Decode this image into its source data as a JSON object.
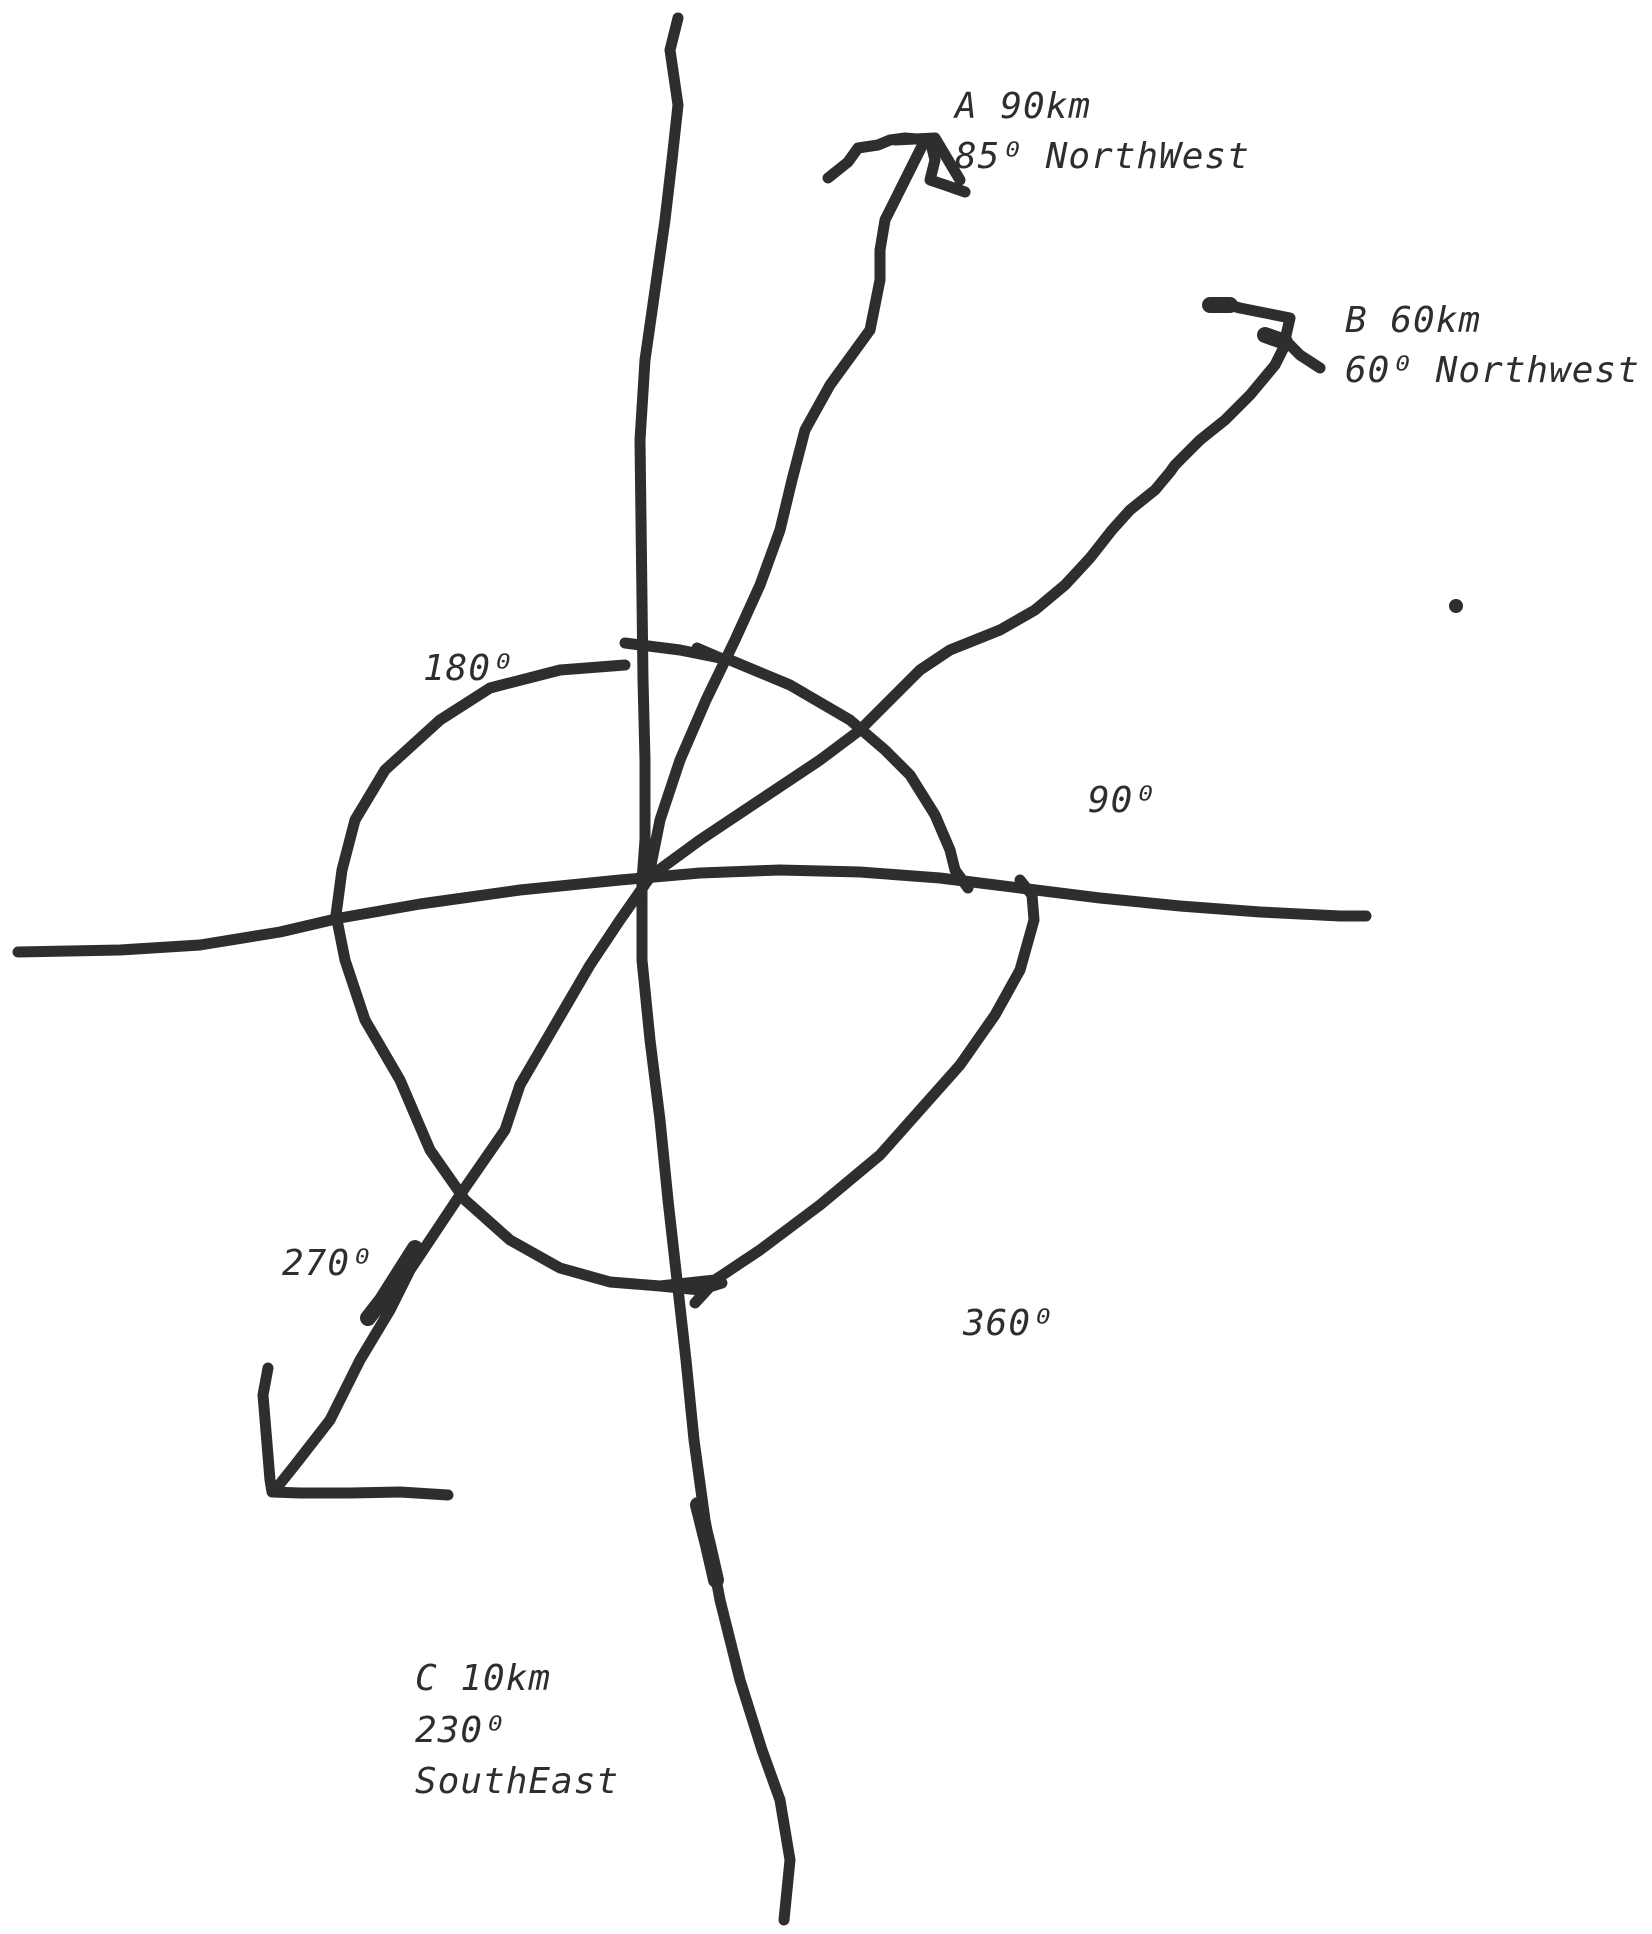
{
  "labels": {
    "a_line1": "A 90km",
    "a_line2": "85⁰ NorthWest",
    "b_line1": "B 60km",
    "b_line2": "60⁰ Northwest",
    "deg_180": "180⁰",
    "deg_90": "90⁰",
    "deg_270": "270⁰",
    "deg_360": "360⁰",
    "c_line1": "C 10km",
    "c_line2": "230⁰",
    "c_line3": "SouthEast"
  },
  "colors": {
    "ink": "#2e2e2e",
    "background": "#ffffff"
  }
}
